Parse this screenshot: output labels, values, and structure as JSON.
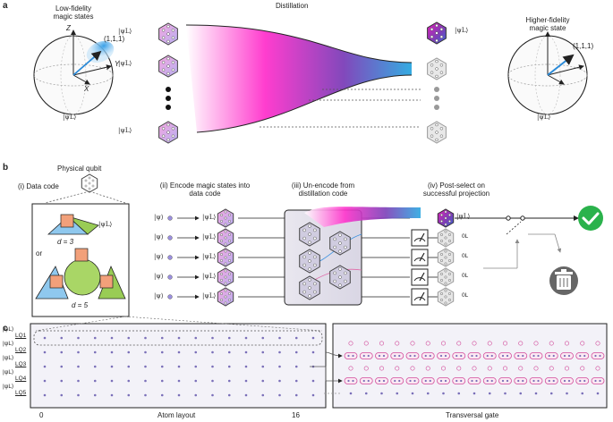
{
  "panel_a": {
    "label": "a",
    "left_sphere_title": "Low-fidelity\nmagic states",
    "axis_z": "Z",
    "axis_y": "Y",
    "axis_x": "X",
    "point_label": "(1,1,1)",
    "ket_psi_L": "|ψL⟩",
    "distillation_label": "Distillation",
    "right_sphere_title": "Higher-fidelity\nmagic state"
  },
  "panel_b": {
    "label": "b",
    "physical_qubit": "Physical qubit",
    "step1": "(i) Data code",
    "step2": "(ii) Encode magic states into\ndata code",
    "step3": "(iii) Un-encode from\ndistillation code",
    "step4": "(iv) Post-select on\nsuccessful projection",
    "d3": "d = 3",
    "or": "or",
    "d5": "d = 5",
    "ket_psi": "|ψ⟩",
    "zero_L": "0L"
  },
  "panel_c": {
    "label": "c",
    "logical_qubits": [
      "LQ1",
      "LQ2",
      "LQ3",
      "LQ4",
      "LQ5"
    ],
    "axis_start": "0",
    "axis_end": "16",
    "left_title": "Atom layout",
    "right_title": "Transversal gate"
  },
  "colors": {
    "gradient_start": "#ff33cc",
    "gradient_mid": "#7b3fb8",
    "gradient_end": "#2aa7e0",
    "success": "#2bb24c",
    "trash": "#666666",
    "atom_ring": "#d24a9a",
    "d3_blue": "#8fc8ee",
    "d3_green": "#99cc55",
    "square_orange": "#f2a07a",
    "atom_grid": "#7a6fb8"
  },
  "icons": {
    "measurement": "meter-icon",
    "success": "checkmark-icon",
    "discard": "trash-icon"
  }
}
